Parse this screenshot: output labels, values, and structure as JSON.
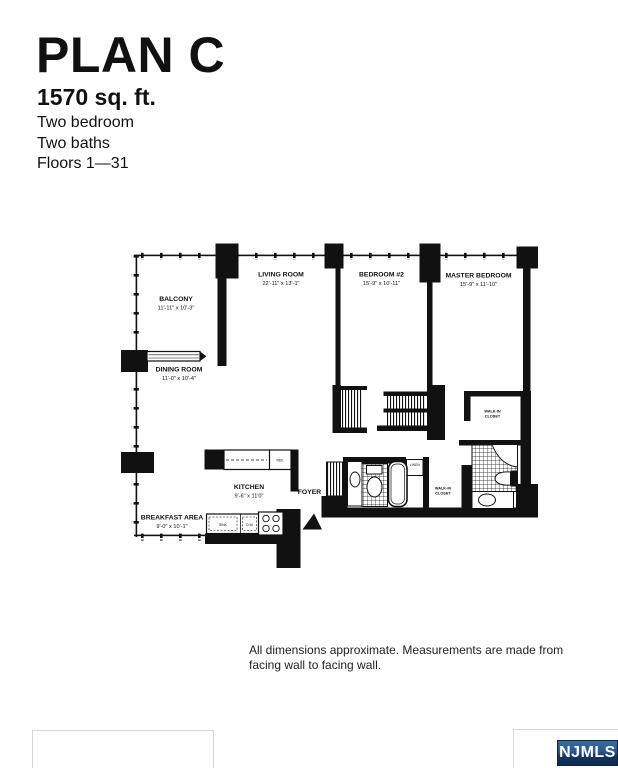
{
  "header": {
    "title": "PLAN C",
    "area": "1570 sq. ft.",
    "detail_lines": [
      "Two bedroom",
      "Two baths",
      "Floors 1—31"
    ]
  },
  "floorplan": {
    "rooms": {
      "balcony": {
        "name": "BALCONY",
        "dims": "11'-11\" x 10'-3\""
      },
      "living_room": {
        "name": "LIVING ROOM",
        "dims": "22'-11\" x 13'-1\""
      },
      "bedroom_2": {
        "name": "BEDROOM #2",
        "dims": "15'-9\" x 10'-11\""
      },
      "master_bedroom": {
        "name": "MASTER BEDROOM",
        "dims": "15'-9\" x 11'-10\""
      },
      "dining_room": {
        "name": "DINING ROOM",
        "dims": "11'-0\" x 10'-4\""
      },
      "kitchen": {
        "name": "KITCHEN",
        "dims": "9'-6\" x 11'0\""
      },
      "foyer": {
        "name": "FOYER"
      },
      "breakfast_area": {
        "name": "BREAKFAST AREA",
        "dims": "9'-0\" x 10'-1\""
      }
    },
    "fixtures": {
      "walk_in_closet_master": {
        "line1": "WALK-IN",
        "line2": "CLOSET"
      },
      "walk_in_closet_hall": {
        "line1": "WALK-IN",
        "line2": "CLOSET"
      },
      "linen": "LINEN",
      "refrigerator": "REF.",
      "sink": "SINK",
      "dishwasher": "D.W."
    }
  },
  "footer": {
    "disclaimer_line1": "All dimensions approximate. Measurements are made from",
    "disclaimer_line2": "facing wall to facing wall.",
    "brand": "NJMLS"
  },
  "colors": {
    "ink": "#111111",
    "brand_navy_top": "#3c6b9e",
    "brand_navy_bottom": "#0e2a4c",
    "thumb_border": "#d8d8d8"
  }
}
